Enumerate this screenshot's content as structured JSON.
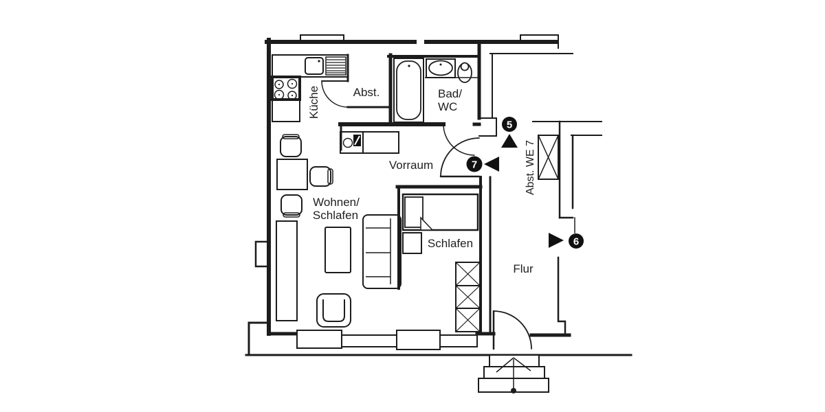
{
  "plan": {
    "rooms": {
      "kueche": "Küche",
      "abst": "Abst.",
      "bad_line1": "Bad/",
      "bad_line2": "WC",
      "vorraum": "Vorraum",
      "wohnen_line1": "Wohnen/",
      "wohnen_line2": "Schlafen",
      "schlafen": "Schlafen",
      "flur": "Flur",
      "abst_we7": "Abst. WE 7"
    },
    "markers": {
      "m5": {
        "label": "5",
        "direction": "up"
      },
      "m6": {
        "label": "6",
        "direction": "right"
      },
      "m7": {
        "label": "7",
        "direction": "left"
      }
    },
    "colors": {
      "line": "#1c1c1c",
      "marker_bg": "#111111",
      "marker_label": "#ffffff",
      "background": "#ffffff"
    }
  }
}
